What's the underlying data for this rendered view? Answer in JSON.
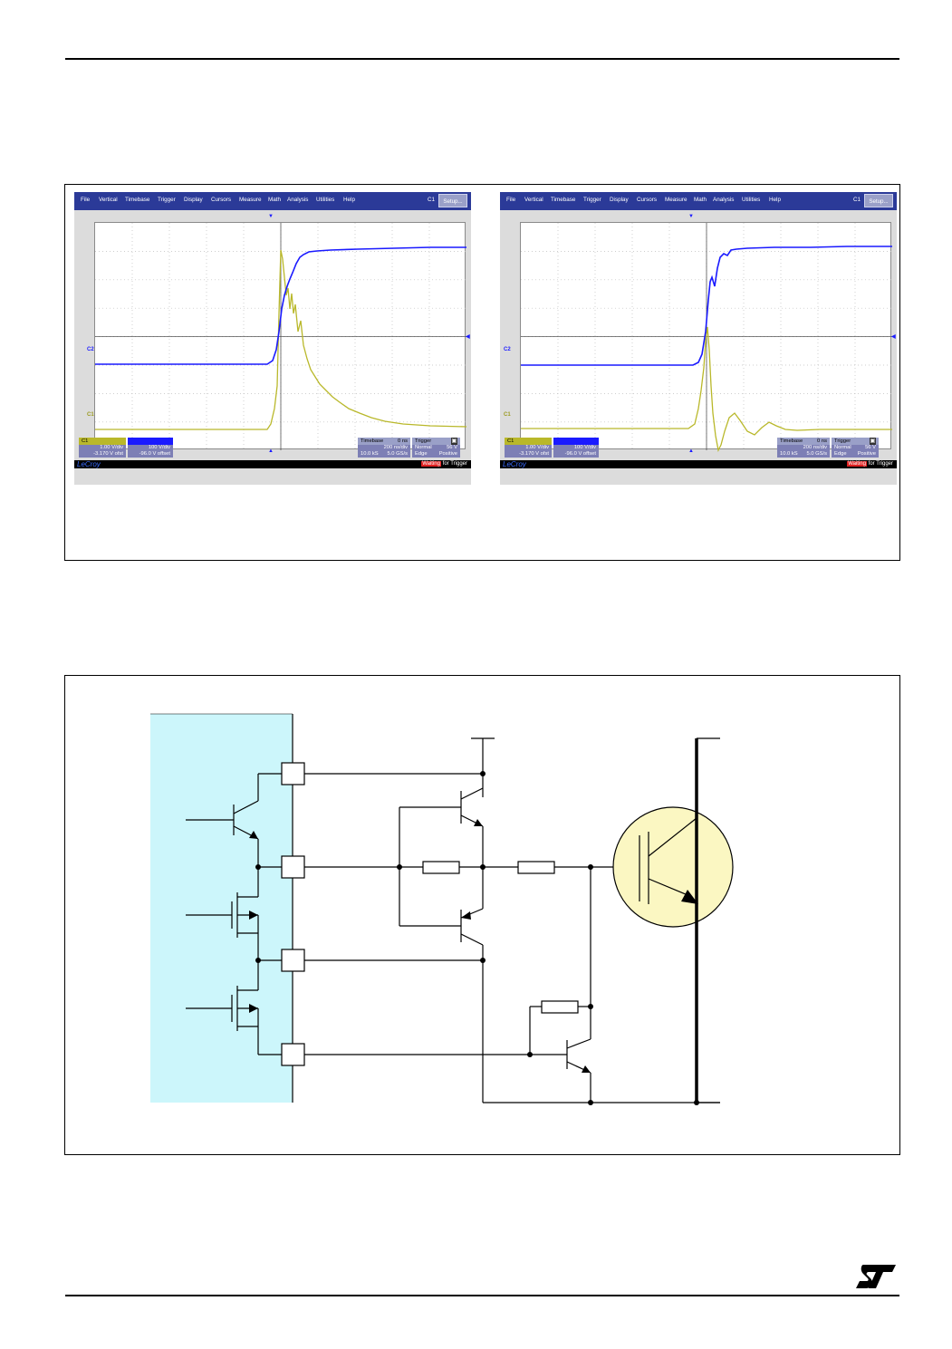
{
  "scope_menu": [
    "File",
    "Vertical",
    "Timebase",
    "Trigger",
    "Display",
    "Cursors",
    "Measure",
    "Math",
    "Analysis",
    "Utilities",
    "Help"
  ],
  "scope_channel": "C1",
  "scope_setup_label": "Setup...",
  "scope_left": {
    "c1_label": "C1",
    "c1_vdiv": "1.00 V/div",
    "c1_offset": "-3.170 V ofst",
    "c2_vdiv": "100 V/div",
    "c2_offset": "-96.0 V offset",
    "timebase_label": "Timebase",
    "timebase_delay": "0 ns",
    "timebase_div": "200 ns/div",
    "samples": "10.0 kS",
    "rate": "5.0 GS/s",
    "trigger_label": "Trigger",
    "trigger_mode": "Normal",
    "trigger_level": "56 V",
    "trigger_type": "Edge",
    "trigger_slope": "Positive",
    "brand": "LeCroy",
    "status_waiting": "Waiting",
    "status_rest": "for Trigger"
  },
  "scope_right": {
    "c1_label": "C1",
    "c1_vdiv": "1.00 V/div",
    "c1_offset": "-3.170 V ofst",
    "c2_vdiv": "100 V/div",
    "c2_offset": "-96.0 V offset",
    "timebase_label": "Timebase",
    "timebase_delay": "0 ns",
    "timebase_div": "200 ns/div",
    "samples": "10.0 kS",
    "rate": "5.0 GS/s",
    "trigger_label": "Trigger",
    "trigger_mode": "Normal",
    "trigger_level": "56 V",
    "trigger_type": "Edge",
    "trigger_slope": "Positive",
    "brand": "LeCroy",
    "status_waiting": "Waiting",
    "status_rest": "for Trigger"
  },
  "colors": {
    "menubar": "#2b3a98",
    "trace_blue": "#1a1aff",
    "trace_yellow": "#b9b82a",
    "driver_ic": "#ccf6fb",
    "igbt_fill": "#fbf7c2"
  }
}
